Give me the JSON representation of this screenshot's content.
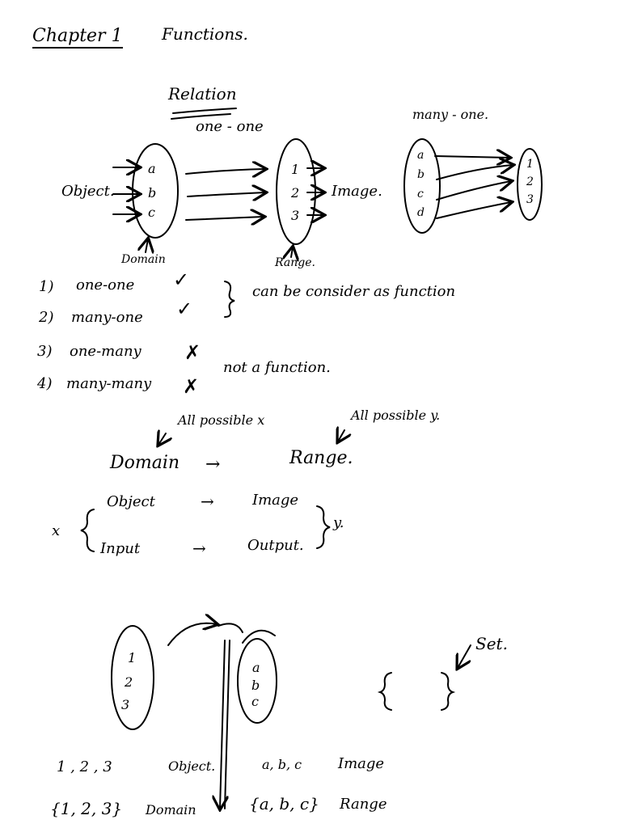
{
  "header": {
    "chapter": "Chapter 1",
    "title": "Functions."
  },
  "relation": {
    "heading": "Relation",
    "one_one_label": "one - one",
    "many_one_label": "many - one.",
    "object_label": "Object.",
    "image_label": "Image.",
    "domain_label": "Domain",
    "range_label": "Range.",
    "left_set": [
      "a",
      "b",
      "c"
    ],
    "mid_set": [
      "1",
      "2",
      "3"
    ],
    "m1_left": [
      "a",
      "b",
      "c",
      "d"
    ],
    "m1_right": [
      "1",
      "2",
      "3"
    ]
  },
  "types": {
    "items": [
      {
        "num": "1)",
        "label": "one-one",
        "mark": "✓"
      },
      {
        "num": "2)",
        "label": "many-one",
        "mark": "✓"
      },
      {
        "num": "3)",
        "label": "one-many",
        "mark": "✗"
      },
      {
        "num": "4)",
        "label": "many-many",
        "mark": "✗"
      }
    ],
    "consider": "can be consider as function",
    "not": "not a function."
  },
  "mapping": {
    "all_x": "All possible x",
    "all_y": "All possible y.",
    "domain": "Domain",
    "arrow": "→",
    "range": "Range.",
    "object": "Object",
    "image": "Image",
    "input": "Input",
    "output": "Output.",
    "x": "x",
    "y": "y."
  },
  "sets": {
    "left": [
      "1",
      "2",
      "3"
    ],
    "right": [
      "a",
      "b",
      "c"
    ],
    "set_label": "Set.",
    "braces": "{   }"
  },
  "bottom": {
    "row1_left": "1 , 2 , 3",
    "row1_obj": "Object.",
    "row1_right": "a, b, c",
    "row1_img": "Image",
    "row2_left": "{1, 2, 3}",
    "row2_dom": "Domain",
    "row2_right": "{a, b, c}",
    "row2_rng": "Range"
  }
}
